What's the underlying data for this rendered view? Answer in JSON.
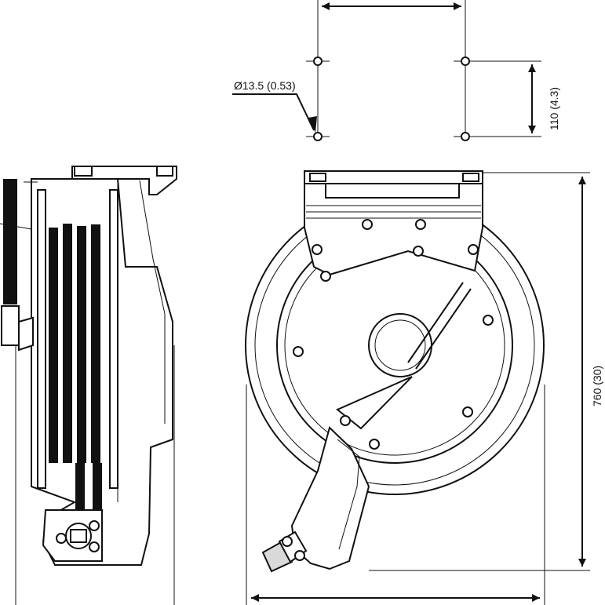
{
  "dimensions": {
    "hole_diameter": "Ø13.5 (0.53)",
    "hole_spacing_vertical": "110 (4.3)",
    "overall_height": "760 (30)"
  },
  "views": {
    "side_view": "side-view",
    "front_view": "front-view"
  }
}
